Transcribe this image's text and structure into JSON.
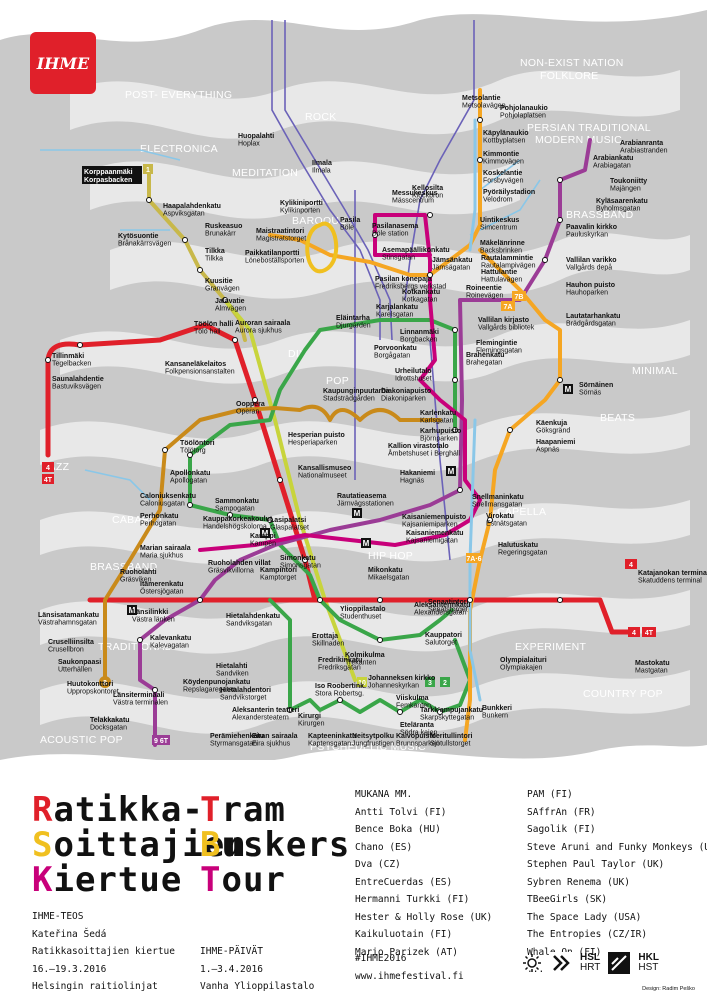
{
  "logo": {
    "text": "IHME"
  },
  "genres": [
    "POST- EVERYTHING",
    "ELECTRONICA",
    "ROCK",
    "MEDITATION",
    "BAROQUE",
    "DIY",
    "POP",
    "JAZZ",
    "CABARET",
    "BRASSBAND",
    "HIP HOP",
    "TRADITIONAL",
    "ACOUSTIC POP",
    "PSYCHEDELIC MUSIC",
    "NON-EXIST NATION",
    "FOLKLORE",
    "PERSIAN TRADITIONAL",
    "MODERN MUSIC",
    "BRASSBAND",
    "MINIMAL",
    "BEATS",
    "A CAPELLA",
    "EXPERIMENT",
    "COUNTRY POP"
  ],
  "stops": [
    {
      "t": "Korppaanmäki\nKorpasbacken",
      "type": "terminal"
    },
    {
      "t": "Haapalahdenkatu\nAspviksgatan"
    },
    {
      "t": "Kytösuontie\nBrånakärrsvägen"
    },
    {
      "t": "Ruskeasuo\nBrunakärr"
    },
    {
      "t": "Tilkka\nTilkka"
    },
    {
      "t": "Kuusitie\nGranvägen"
    },
    {
      "t": "Jalavatie\nAlmvägen"
    },
    {
      "t": "Huopalahti\nHoplax"
    },
    {
      "t": "Ilmala\nIlmala"
    },
    {
      "t": "Kylikiniportti\nKylikinporten"
    },
    {
      "t": "Maistraatintori\nMagistratstorget"
    },
    {
      "t": "Paikkatilanportti\nLöneboställsporten"
    },
    {
      "t": "Pasila\nBöle"
    },
    {
      "t": "Messukeskus\nMässcentrum"
    },
    {
      "t": "Kellosilta\nKlockbron"
    },
    {
      "t": "Pasilanasema\nBöle station"
    },
    {
      "t": "Asemapäällikönkatu\nStinsgatan"
    },
    {
      "t": "Jämsänkatu\nJämsägatan"
    },
    {
      "t": "Pasilan konepaja\nFredriksbergs verkstad"
    },
    {
      "t": "Kotkankatu\nKotkagatan"
    },
    {
      "t": "Roineentie\nRoinevägen"
    },
    {
      "t": "Vallilan kirjasto\nVallgårds bibliotek"
    },
    {
      "t": "Pohjolanaukio\nPohjolaplatsen"
    },
    {
      "t": "Metsolantie\nMetsolavägen"
    },
    {
      "t": "Käpylänaukio\nKottbyplatsen"
    },
    {
      "t": "Kimmontie\nKimmovägen"
    },
    {
      "t": "Koskelantie\nForsbyvägen"
    },
    {
      "t": "Pyöräilystadion\nVelodrom"
    },
    {
      "t": "Uintikeskus\nSimcentrum"
    },
    {
      "t": "Mäkelänrinne\nBacksbrinken"
    },
    {
      "t": "Rautalammintie\nRautalampivägen"
    },
    {
      "t": "Hattulantie\nHattulavägen"
    },
    {
      "t": "Arabianranta\nArabiastranden"
    },
    {
      "t": "Arabiankatu\nArabiagatan"
    },
    {
      "t": "Toukoniitty\nMajängen"
    },
    {
      "t": "Kyläsaarenkatu\nByholmsgatan"
    },
    {
      "t": "Paavalin kirkko\nPauluskyrkan"
    },
    {
      "t": "Vallilan varikko\nVallgårds depå"
    },
    {
      "t": "Hauhon puisto\nHauhoparken"
    },
    {
      "t": "Lautatarhankatu\nBrädgårdsgatan"
    },
    {
      "t": "Sörnäinen\nSörnäs"
    },
    {
      "t": "Käenkuja\nGöksgränd"
    },
    {
      "t": "Haapaniemi\nAspnäs"
    },
    {
      "t": "Tillinmäki\nTegelbacken"
    },
    {
      "t": "Saunalahdentie\nBastuviksvägen"
    },
    {
      "t": "Auroran sairaala\nAurora sjukhus"
    },
    {
      "t": "Töölön halli\nTölö hall"
    },
    {
      "t": "Kansaneläkelaitos\nFolkpensionsanstalten"
    },
    {
      "t": "Ooppera\nOperan"
    },
    {
      "t": "Eläintarha\nDjurgården"
    },
    {
      "t": "Linnanmäki\nBorgbacken"
    },
    {
      "t": "Karjalankatu\nKarelsgatan"
    },
    {
      "t": "Porvoonkatu\nBorgågatan"
    },
    {
      "t": "Brahenkatu\nBrahegatan"
    },
    {
      "t": "Flemingintie\nFlemingsgatan"
    },
    {
      "t": "Urheilutalo\nIdrottshuset"
    },
    {
      "t": "Kaupunginpuutarha\nStadsträdgården"
    },
    {
      "t": "Diakoniapuisto\nDiakoniparken"
    },
    {
      "t": "Karlenkatu\nKarlsgatan"
    },
    {
      "t": "Karhupuisto\nBjörnparken"
    },
    {
      "t": "Kallion virastotalo\nÅmbetshuset i Berghäll"
    },
    {
      "t": "Hakaniemi\nHagnäs"
    },
    {
      "t": "Hesperian puisto\nHesperiaparken"
    },
    {
      "t": "Kansallismuseo\nNationalmuseet"
    },
    {
      "t": "Töölöntori\nTölötorg"
    },
    {
      "t": "Apollonkatu\nApollogatan"
    },
    {
      "t": "Sammonkatu\nSampogatan"
    },
    {
      "t": "Caloniuksenkatu\nCaloniusgatan"
    },
    {
      "t": "Perhonkatu\nPerhogatan"
    },
    {
      "t": "Marian sairaala\nMaria sjukhus"
    },
    {
      "t": "Ruoholahden villat\nGräsvikvillorna"
    },
    {
      "t": "Kauppakorkeakoulut\nHandelshögskolorna"
    },
    {
      "t": "Kamppi\nKampen"
    },
    {
      "t": "Lasipalatsi\nGlaspalatset"
    },
    {
      "t": "Rautatieasema\nJärnvägsstationen"
    },
    {
      "t": "Kaisaniemenpuisto\nKajsaniemiparken"
    },
    {
      "t": "Kaisaniemenkatu\nKajsaniemigatan"
    },
    {
      "t": "Snellmaninkatu\nSnellmansgatan"
    },
    {
      "t": "Virokatu\nEstnätsgatan"
    },
    {
      "t": "Halutuskatu\nRegeringsgatan"
    },
    {
      "t": "Mikonkatu\nMikaelsgatan"
    },
    {
      "t": "Simonkatu\nSimonsgatan"
    },
    {
      "t": "Kampintori\nKamptorget"
    },
    {
      "t": "Ruoholahti\nGräsviken"
    },
    {
      "t": "Itämerenkatu\nÖstersjögatan"
    },
    {
      "t": "Länsisatamankatu\nVästrahamnsgatan"
    },
    {
      "t": "Länsilinkki\nVästra länken"
    },
    {
      "t": "Kalevankatu\nKalevagatan"
    },
    {
      "t": "Hietalahdenkatu\nSandviksgatan"
    },
    {
      "t": "Erottaja\nSkillnaden"
    },
    {
      "t": "Ylioppilastalo\nStudenthuset"
    },
    {
      "t": "Senaatintori\nSenatstorget"
    },
    {
      "t": "Aleksanterinkatu\nAlexandersgatan"
    },
    {
      "t": "Kauppatori\nSalutorget"
    },
    {
      "t": "Cruselliinsilta\nCrusellbron"
    },
    {
      "t": "Saukonpaasi\nUtterhällen"
    },
    {
      "t": "Huutokonttori\nUppropskontoret"
    },
    {
      "t": "Hietalahti\nSandviken"
    },
    {
      "t": "Köydenpunojankatu\nRepslagaregatan"
    },
    {
      "t": "Hietalahdentori\nSandvikstorget"
    },
    {
      "t": "Aleksanterin teatteri\nAlexandersteatern"
    },
    {
      "t": "Fredrikinkatu\nFredriksgatan"
    },
    {
      "t": "Kolmikulma\nTrekanten"
    },
    {
      "t": "Iso Roobertink.\nStora Robertsg."
    },
    {
      "t": "Johanneksen kirkko\nJohanneskyrkan"
    },
    {
      "t": "Viiskulma\nFemkanten"
    },
    {
      "t": "Kirurgi\nKirurgen"
    },
    {
      "t": "Tarkk'ampujankatu\nSkarpskyttegatan"
    },
    {
      "t": "Eteläranta\nSödra kajen"
    },
    {
      "t": "Olympialaituri\nOlympiakajen"
    },
    {
      "t": "Bunkkeri\nBunkern"
    },
    {
      "t": "Länsiterminaali\nVästra terminalen"
    },
    {
      "t": "Telakkakatu\nDocksgatan"
    },
    {
      "t": "Perämiehenkatu\nStyrmansgatan"
    },
    {
      "t": "Eiran sairaala\nEira sjukhus"
    },
    {
      "t": "Kapteeninkatu\nKaptensgatan"
    },
    {
      "t": "Neitsytpolku\nJungfrustigen"
    },
    {
      "t": "Kaivopuisto\nBrunnsparken"
    },
    {
      "t": "Meritullintori\nSjötullstorget"
    },
    {
      "t": "Katajanokan terminaali\nSkatuddens terminal"
    },
    {
      "t": "Mastokatu\nMastgatan"
    }
  ],
  "lines": [
    {
      "id": "1",
      "color": "#c8b84a"
    },
    {
      "id": "2",
      "color": "#3aa649"
    },
    {
      "id": "3",
      "color": "#3aa649"
    },
    {
      "id": "4",
      "color": "#e0202a"
    },
    {
      "id": "4T",
      "color": "#e0202a"
    },
    {
      "id": "6",
      "color": "#9b3c96"
    },
    {
      "id": "6T",
      "color": "#9b3c96"
    },
    {
      "id": "7A",
      "color": "#f5a623"
    },
    {
      "id": "7B",
      "color": "#f5a623"
    },
    {
      "id": "8",
      "color": "#d4a02a"
    },
    {
      "id": "9",
      "color": "#c8007a"
    },
    {
      "id": "10",
      "color": "#c8d43c"
    }
  ],
  "title": {
    "fi": [
      "Ratikka-",
      "Soittajien",
      "Kiertue"
    ],
    "en": [
      "Tram",
      "Buskers",
      "Tour"
    ]
  },
  "info_left": [
    "IHME-TEOS",
    "Kateřina Šedá",
    "Ratikkasoittajien kiertue",
    "16.—19.3.2016",
    "Helsingin raitiolinjat"
  ],
  "info_mid": [
    "IHME-PÄIVÄT",
    "1.—3.4.2016",
    "Vanha Ylioppilastalo"
  ],
  "performers_heading": "MUKANA MM.",
  "performers_1": [
    "Antti Tolvi (FI)",
    "Bence Boka (HU)",
    "Chano (ES)",
    "Dva (CZ)",
    "EntreCuerdas (ES)",
    "Hermanni Turkki (FI)",
    "Hester & Holly Rose (UK)",
    "Kaikuluotain (FI)",
    "Mario Parizek (AT)"
  ],
  "performers_2": [
    "PAM (FI)",
    "SAffrAn (FR)",
    "Sagolik (FI)",
    "Steve Aruni and Funky Monkeys (UK)",
    "Stephen Paul Taylor (UK)",
    "Sybren Renema (UK)",
    "TBeeGirls (SK)",
    "The Space Lady (USA)",
    "The Entropies (CZ/IR)",
    "Whale On (FI)",
    "..."
  ],
  "hashtag": "#IHME2016",
  "website": "www.ihmefestival.fi",
  "logos": [
    {
      "a": "HSL",
      "b": "HRT"
    },
    {
      "a": "HKL",
      "b": "HST"
    }
  ],
  "credit": "Design: Radim Peško"
}
